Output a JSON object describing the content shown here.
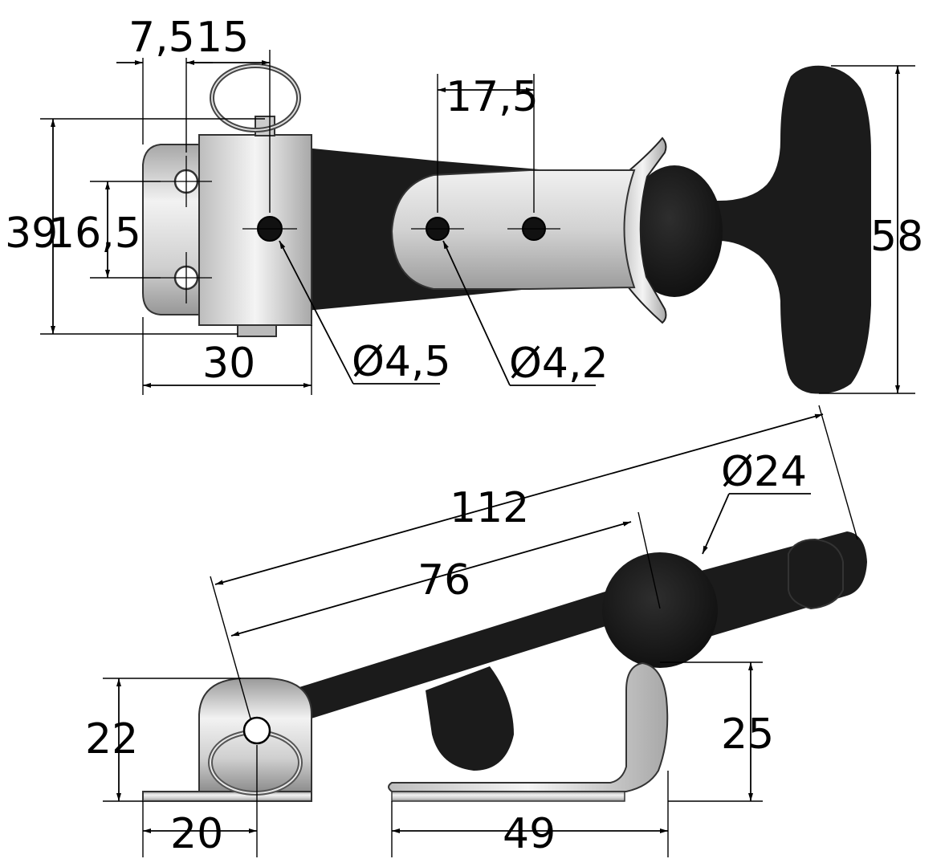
{
  "drawing": {
    "top_view": {
      "dimensions": {
        "d_7_5": "7,5",
        "d_15": "15",
        "d_17_5": "17,5",
        "d_39": "39",
        "d_16_5": "16,5",
        "d_58": "58",
        "d_30": "30",
        "d_dia_4_5": "Ø4,5",
        "d_dia_4_2": "Ø4,2"
      }
    },
    "side_view": {
      "dimensions": {
        "d_112": "112",
        "d_76": "76",
        "d_dia_24": "Ø24",
        "d_22": "22",
        "d_25": "25",
        "d_20": "20",
        "d_49": "49"
      }
    },
    "colors": {
      "rubber": "#1b1b1b",
      "steel_light": "#e6e6e6",
      "steel_mid": "#b5b5b5",
      "steel_dark": "#7a7a7a",
      "line": "#000000"
    }
  }
}
